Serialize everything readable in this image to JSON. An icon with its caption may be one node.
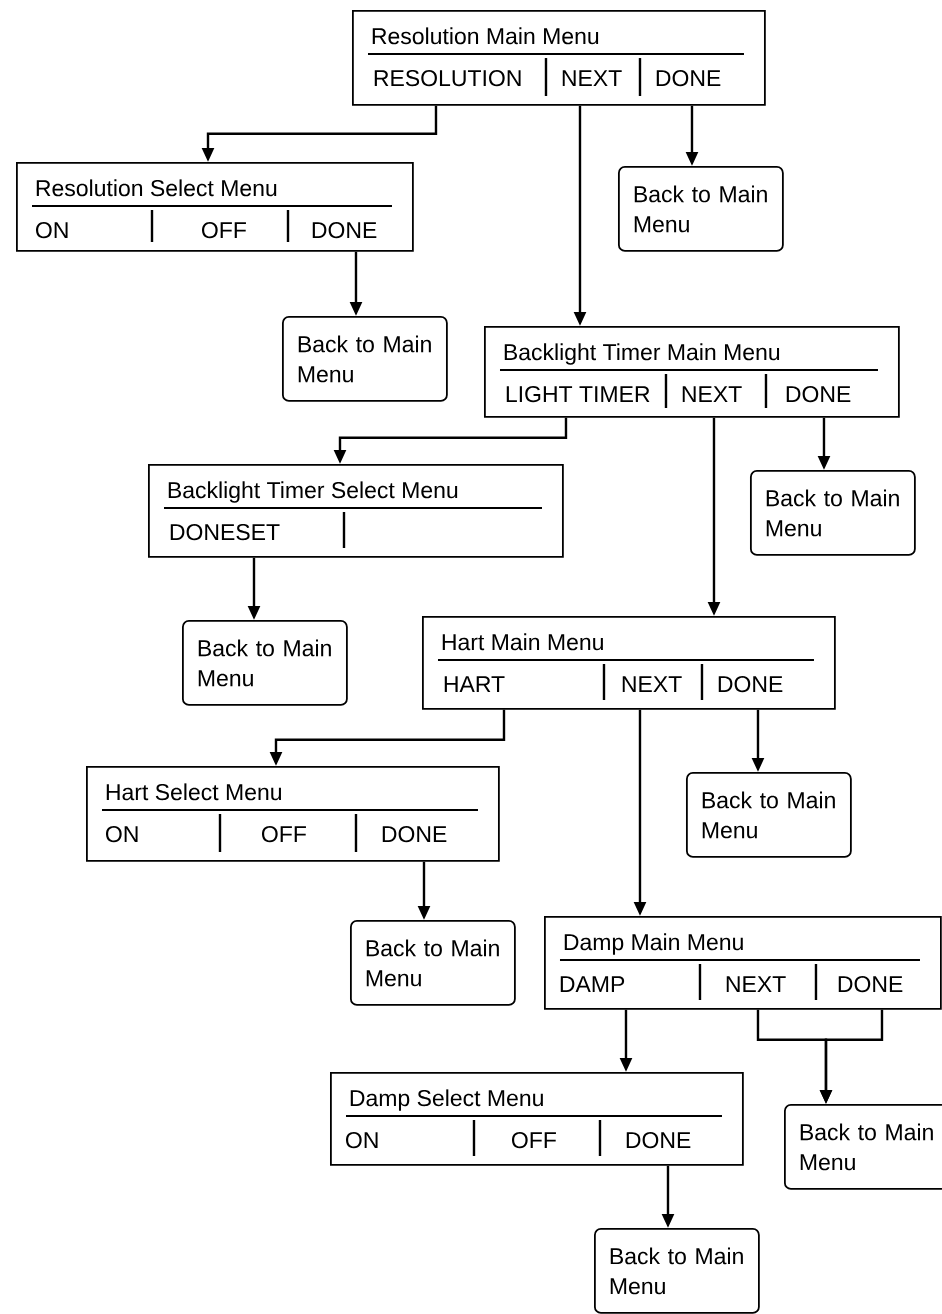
{
  "diagram": {
    "nodes": [
      {
        "text": [
          "Resolution Main Menu",
          "RESOLUTION",
          "NEXT",
          "DONE"
        ]
      },
      {
        "text": [
          "Resolution Select Menu",
          "ON",
          "OFF",
          "DONE"
        ]
      },
      {
        "text": [
          "Back to Main Menu"
        ]
      },
      {
        "text": [
          "Back to Main Menu"
        ]
      },
      {
        "text": [
          "Backlight Timer Main Menu",
          "LIGHT TIMER",
          "NEXT",
          "DONE"
        ]
      },
      {
        "text": [
          "Backlight Timer Select Menu",
          "DONESET"
        ]
      },
      {
        "text": [
          "Back to Main Menu"
        ]
      },
      {
        "text": [
          "Back to Main Menu"
        ]
      },
      {
        "text": [
          "Hart Main Menu",
          "HART",
          "NEXT",
          "DONE"
        ]
      },
      {
        "text": [
          "Back to Main Menu"
        ]
      },
      {
        "text": [
          "Hart Select Menu",
          "ON",
          "OFF",
          "DONE"
        ]
      },
      {
        "text": [
          "Back to Main Menu"
        ]
      },
      {
        "text": [
          "Damp Main Menu",
          "DAMP",
          "NEXT",
          "DONE"
        ]
      },
      {
        "text": [
          "Damp Select Menu",
          "ON",
          "OFF",
          "DONE"
        ]
      },
      {
        "text": [
          "Back to Main Menu"
        ]
      },
      {
        "text": [
          "Back to Main Menu"
        ]
      }
    ],
    "edges": [
      {
        "from": 0,
        "to": 1,
        "arrow": "to"
      },
      {
        "from": 0,
        "to": 2,
        "arrow": "to"
      },
      {
        "from": 0,
        "to": 4,
        "arrow": "to"
      },
      {
        "from": 1,
        "to": 3,
        "arrow": "to"
      },
      {
        "from": 4,
        "to": 5,
        "arrow": "to"
      },
      {
        "from": 4,
        "to": 8,
        "arrow": "to"
      },
      {
        "from": 4,
        "to": 6,
        "arrow": "to"
      },
      {
        "from": 5,
        "to": 7,
        "arrow": "to"
      },
      {
        "from": 8,
        "to": 10,
        "arrow": "to"
      },
      {
        "from": 8,
        "to": 9,
        "arrow": "to"
      },
      {
        "from": 8,
        "to": 12,
        "arrow": "to"
      },
      {
        "from": 10,
        "to": 11,
        "arrow": "to"
      },
      {
        "from": 12,
        "to": 13,
        "arrow": "to"
      },
      {
        "from": 12,
        "to": 14,
        "arrow": "to"
      },
      {
        "from": 12,
        "to": 14,
        "arrow": "to"
      },
      {
        "from": 13,
        "to": 15,
        "arrow": "to"
      }
    ]
  }
}
